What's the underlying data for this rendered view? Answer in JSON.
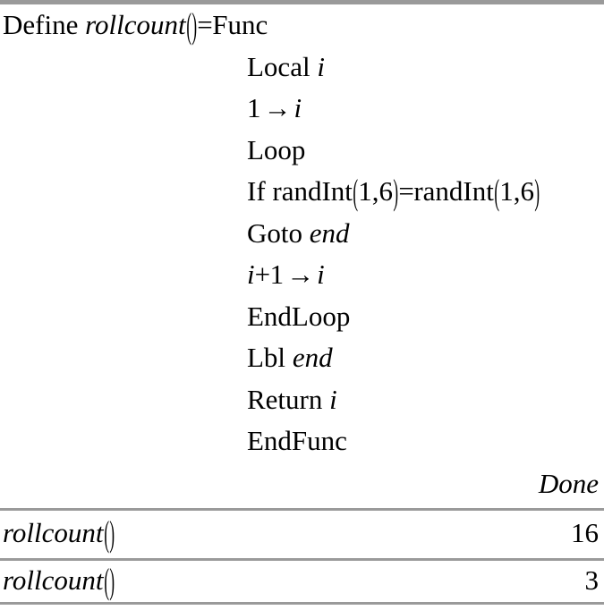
{
  "app": {
    "name": "TI-Nspire CAS Calculator History",
    "background_color": "#ffffff",
    "rule_color": "#9a9a9a",
    "text_color": "#000000"
  },
  "program": {
    "title_line": {
      "keyword_define": "Define",
      "name": "rollcount",
      "open_paren": "(",
      "close_paren": ")",
      "equals": "=",
      "keyword_func": "Func"
    },
    "body": [
      {
        "id": "local-i",
        "keyword": "Local",
        "operand": "i",
        "operand_italic": true
      },
      {
        "id": "assign-one",
        "expr": "1",
        "arrow": "→",
        "target": "i"
      },
      {
        "id": "loop",
        "keyword": "Loop"
      },
      {
        "id": "if-randint",
        "keyword": "If",
        "call_name": "randInt",
        "args": "1,6",
        "comparator": "=",
        "call_name_2": "randInt",
        "args_2": "1,6"
      },
      {
        "id": "goto-end",
        "keyword": "Goto",
        "operand": "end",
        "operand_italic": true
      },
      {
        "id": "increment-i",
        "lhs": "i",
        "plus": "+",
        "one": "1",
        "arrow": "→",
        "target": "i"
      },
      {
        "id": "endloop",
        "keyword": "EndLoop"
      },
      {
        "id": "lbl-end",
        "keyword": "Lbl",
        "operand": "end",
        "operand_italic": true
      },
      {
        "id": "return-i",
        "keyword": "Return",
        "operand": "i",
        "operand_italic": true
      },
      {
        "id": "endfunc",
        "keyword": "EndFunc"
      }
    ]
  },
  "results": {
    "define_result": "Done",
    "history": [
      {
        "input_name": "rollcount",
        "input_open_paren": "(",
        "input_close_paren": ")",
        "output": "16"
      },
      {
        "input_name": "rollcount",
        "input_open_paren": "(",
        "input_close_paren": ")",
        "output": "3"
      }
    ]
  }
}
